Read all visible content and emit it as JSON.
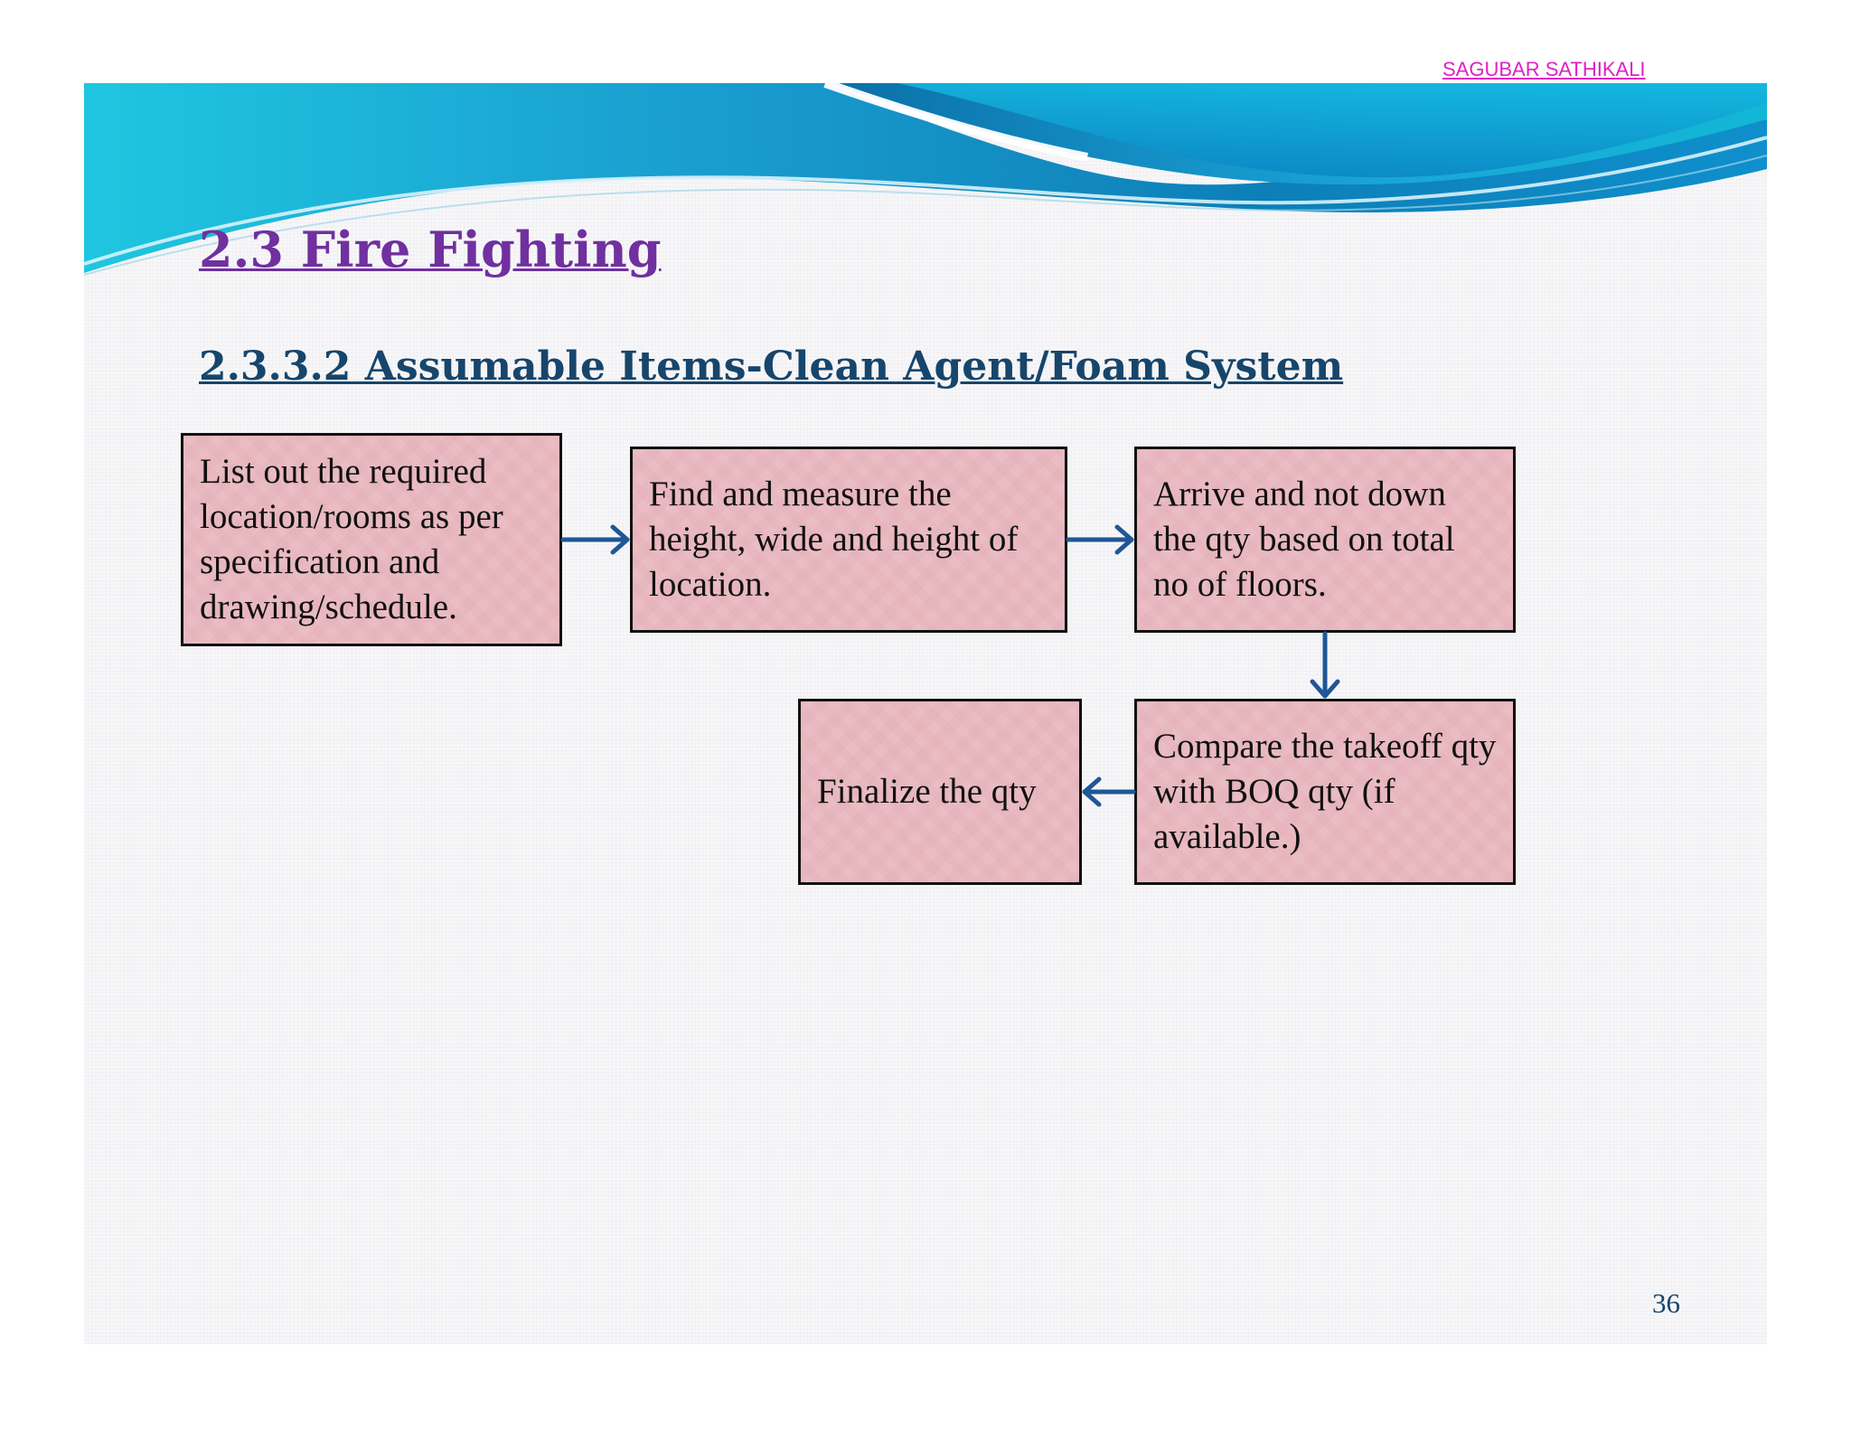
{
  "header": {
    "author": "SAGUBAR SATHIKALI"
  },
  "slide": {
    "title": "2.3 Fire Fighting",
    "subtitle": "2.3.3.2 Assumable Items-Clean Agent/Foam System",
    "page_number": "36"
  },
  "flow": {
    "steps": [
      {
        "text": "List out the required location/rooms as per specification and drawing/schedule."
      },
      {
        "text": "Find and measure the height, wide and height of location."
      },
      {
        "text": "Arrive and not down the qty based on total no of floors."
      },
      {
        "text": "Compare the takeoff qty with BOQ qty (if available.)"
      },
      {
        "text": "Finalize the qty"
      }
    ]
  },
  "colors": {
    "title": "#7030a0",
    "subtitle": "#17456b",
    "box_fill": "#e9b8bf",
    "arrow": "#1f5796",
    "author": "#e020c8"
  }
}
